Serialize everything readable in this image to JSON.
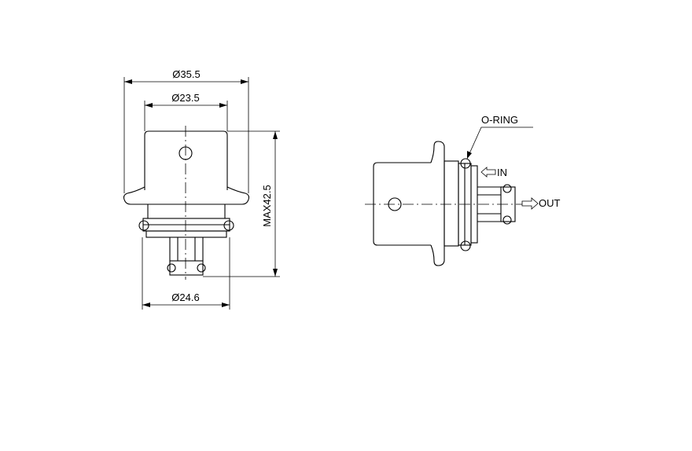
{
  "labels": {
    "dia_outer": "Ø35.5",
    "dia_body": "Ø23.5",
    "dia_base": "Ø24.6",
    "max_height": "MAX42.5",
    "oring": "O-RING",
    "inlet": "IN",
    "outlet": "OUT"
  },
  "colors": {
    "line": "#000000",
    "background": "#ffffff"
  }
}
